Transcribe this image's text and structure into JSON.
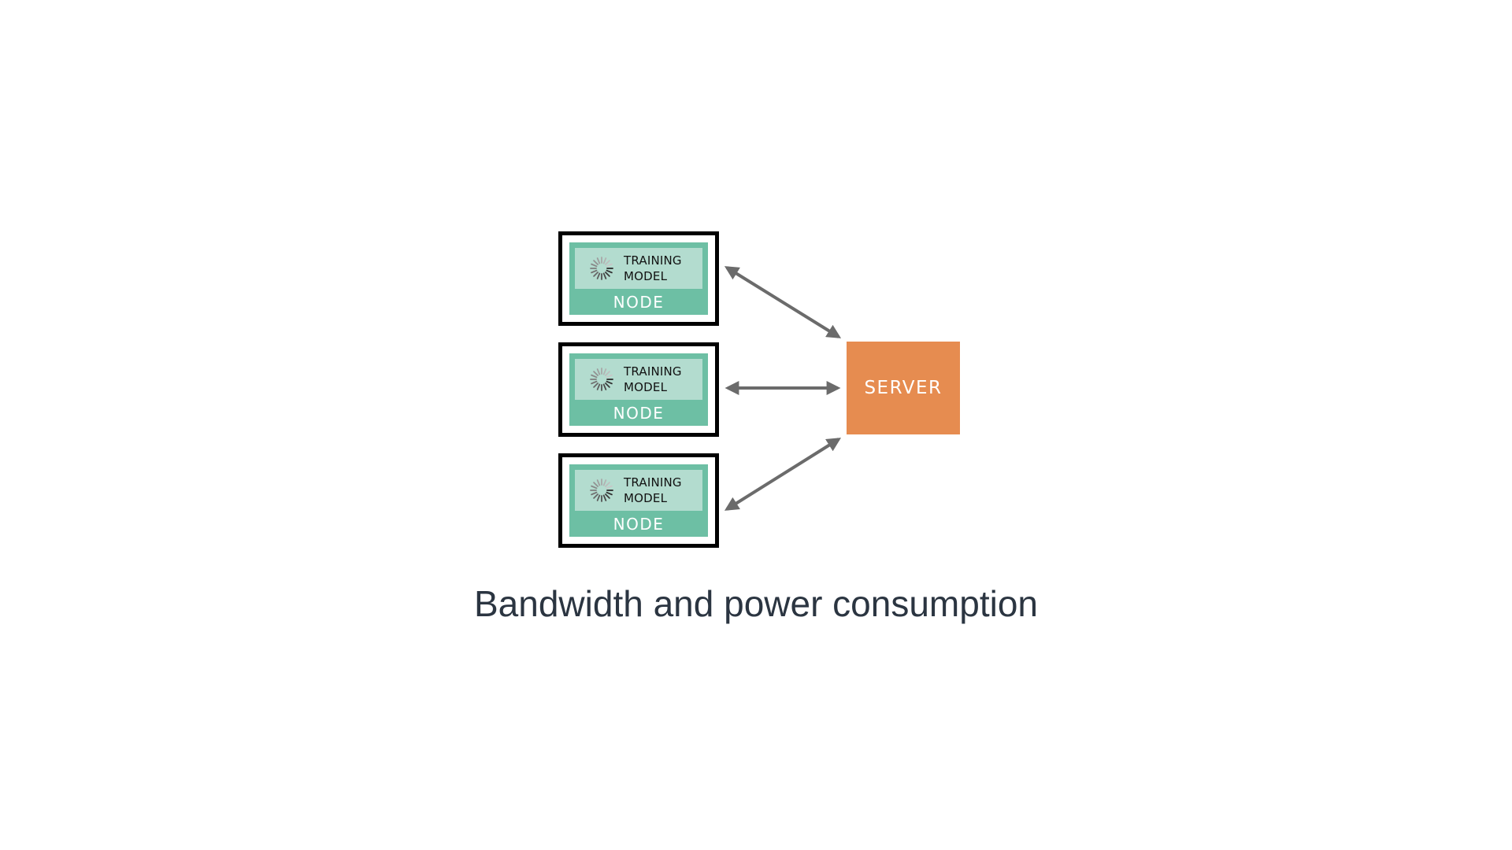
{
  "nodes": [
    {
      "panel_line1": "TRAINING",
      "panel_line2": "MODEL",
      "label": "NODE",
      "icon": "loading-spinner-icon"
    },
    {
      "panel_line1": "TRAINING",
      "panel_line2": "MODEL",
      "label": "NODE",
      "icon": "loading-spinner-icon"
    },
    {
      "panel_line1": "TRAINING",
      "panel_line2": "MODEL",
      "label": "NODE",
      "icon": "loading-spinner-icon"
    }
  ],
  "server": {
    "label": "SERVER"
  },
  "caption": "Bandwidth and power consumption",
  "colors": {
    "node_green": "#6dbfa4",
    "panel_green": "#b3dccf",
    "server_orange": "#e68c50",
    "arrow_gray": "#6b6b6b",
    "caption_text": "#2b3541"
  }
}
